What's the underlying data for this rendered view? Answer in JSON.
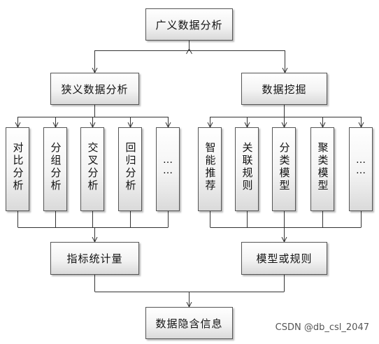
{
  "diagram": {
    "root": "广义数据分析",
    "left_branch": {
      "title": "狭义数据分析",
      "items": [
        "对比分析",
        "分组分析",
        "交叉分析",
        "回归分析",
        "……"
      ],
      "result": "指标统计量"
    },
    "right_branch": {
      "title": "数据挖掘",
      "items": [
        "智能推荐",
        "关联规则",
        "分类模型",
        "聚类模型",
        "……"
      ],
      "result": "模型或规则"
    },
    "final": "数据隐含信息"
  },
  "watermark": "CSDN @db_csl_2047",
  "colors": {
    "line": "#333333",
    "border": "#555555",
    "box_top": "#ffffff",
    "box_bottom": "#dadada"
  }
}
